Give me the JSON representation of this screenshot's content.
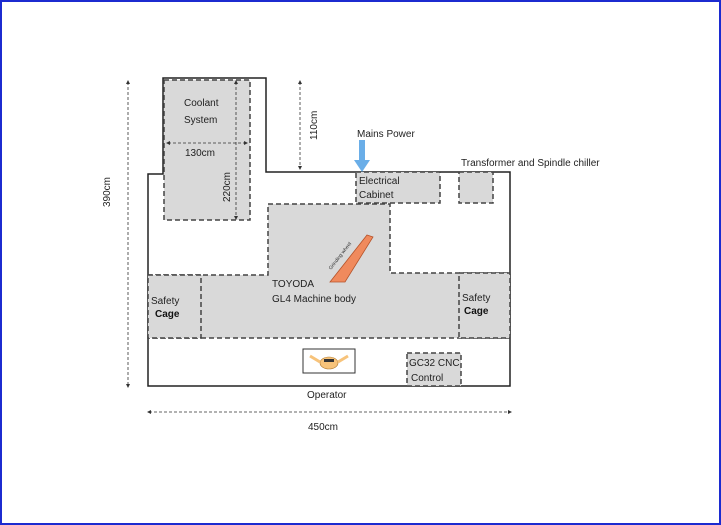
{
  "diagram": {
    "labels": {
      "coolant_line1": "Coolant",
      "coolant_line2": "System",
      "width_130": "130cm",
      "height_220": "220cm",
      "gap_110": "110cm",
      "height_390": "390cm",
      "width_450": "450cm",
      "mains_power": "Mains Power",
      "transformer": "Transformer and Spindle chiller",
      "electrical_line1": "Electrical",
      "electrical_line2": "Cabinet",
      "grinding_wheel": "Grinding wheel",
      "machine_line1": "TOYODA",
      "machine_line2": "GL4 Machine body",
      "safety_left_line1": "Safety",
      "safety_left_line2": "Cage",
      "safety_right_line1": "Safety",
      "safety_right_line2": "Cage",
      "cnc_line1": "GC32 CNC",
      "cnc_line2": "Control",
      "operator": "Operator"
    },
    "colors": {
      "frame_border": "#1c2bd0",
      "zone_fill": "#d9d9d9",
      "grinding_wheel": "#f08a5d",
      "mains_arrow": "#6aaee8",
      "operator_fill": "#f7c37a"
    }
  }
}
